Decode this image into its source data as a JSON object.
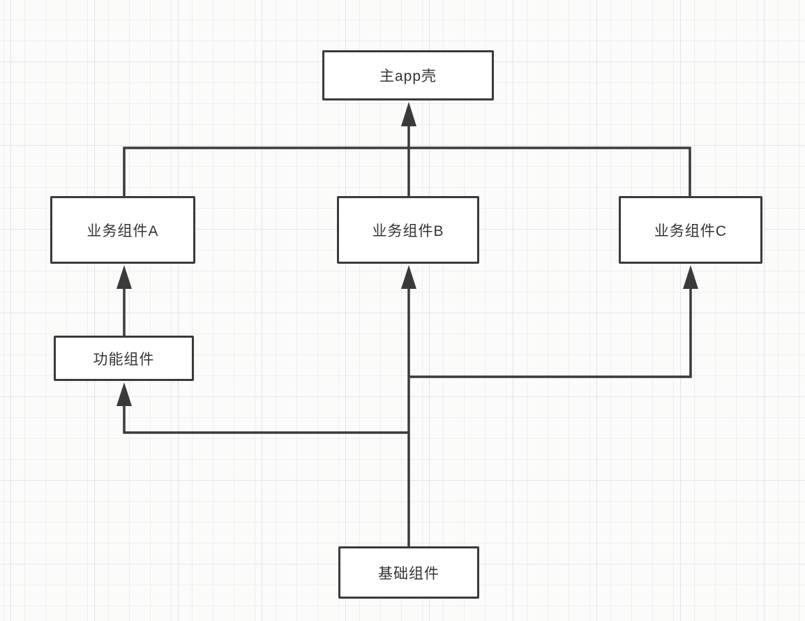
{
  "diagram": {
    "title": "app component architecture flowchart",
    "colors": {
      "canvas_background": "#fbfbfa",
      "grid_minor": "#ededf1",
      "grid_major": "#e2e2e8",
      "node_fill": "#ffffff",
      "stroke": "#3a3a3a",
      "text": "#333333"
    },
    "nodes": [
      {
        "id": "app-shell",
        "label": "主app壳"
      },
      {
        "id": "biz-a",
        "label": "业务组件A"
      },
      {
        "id": "biz-b",
        "label": "业务组件B"
      },
      {
        "id": "biz-c",
        "label": "业务组件C"
      },
      {
        "id": "func",
        "label": "功能组件"
      },
      {
        "id": "base",
        "label": "基础组件"
      }
    ],
    "edges": [
      {
        "from": "业务组件A",
        "to": "主app壳",
        "arrow": "into 主app壳 via shared top bus"
      },
      {
        "from": "业务组件B",
        "to": "主app壳",
        "arrow": "into 主app壳"
      },
      {
        "from": "业务组件C",
        "to": "主app壳",
        "arrow": "into 主app壳 via shared top bus"
      },
      {
        "from": "功能组件",
        "to": "业务组件A",
        "arrow": "into 业务组件A"
      },
      {
        "from": "基础组件",
        "to": "业务组件B",
        "arrow": "into 业务组件B"
      },
      {
        "from": "基础组件",
        "to": "业务组件C",
        "arrow": "into 业务组件C"
      },
      {
        "from": "基础组件",
        "to": "功能组件",
        "arrow": "into 功能组件"
      }
    ]
  }
}
